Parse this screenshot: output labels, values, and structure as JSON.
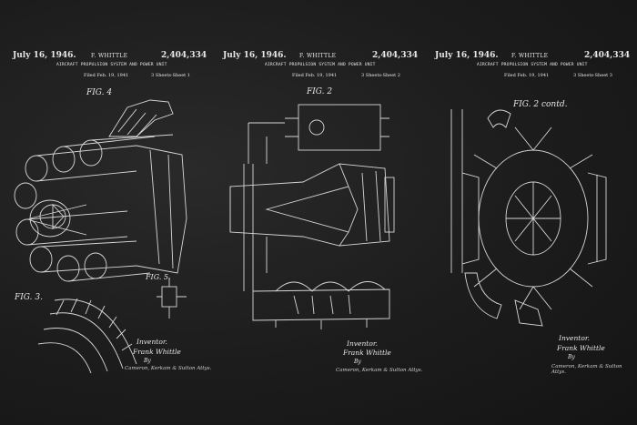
{
  "sheets": [
    {
      "date": "July 16, 1946.",
      "inventor_name": "F. WHITTLE",
      "patent_number": "2,404,334",
      "title": "AIRCRAFT PROPULSION SYSTEM AND POWER UNIT",
      "filed": "Filed Feb. 19, 1941",
      "sheet_info": "3 Sheets-Sheet 1",
      "figures": [
        "FIG. 4",
        "FIG. 5.",
        "FIG. 3."
      ],
      "inventor_label": "Inventor.",
      "inventor_sig": "Frank Whittle",
      "by": "By",
      "attorneys": "Cameron, Kerkam & Sutton Attys."
    },
    {
      "date": "July 16, 1946.",
      "inventor_name": "F. WHITTLE",
      "patent_number": "2,404,334",
      "title": "AIRCRAFT PROPULSION SYSTEM AND POWER UNIT",
      "filed": "Filed Feb. 19, 1941",
      "sheet_info": "3 Sheets-Sheet 2",
      "figures": [
        "FIG. 2"
      ],
      "inventor_label": "Inventor.",
      "inventor_sig": "Frank Whittle",
      "by": "By",
      "attorneys": "Cameron, Kerkam & Sutton Attys."
    },
    {
      "date": "July 16, 1946.",
      "inventor_name": "F. WHITTLE",
      "patent_number": "2,404,334",
      "title": "AIRCRAFT PROPULSION SYSTEM AND POWER UNIT",
      "filed": "Filed Feb. 19, 1941",
      "sheet_info": "3 Sheets-Sheet 3",
      "figures": [
        "FIG. 2 contd."
      ],
      "inventor_label": "Inventor.",
      "inventor_sig": "Frank Whittle",
      "by": "By",
      "attorneys": "Cameron, Kerkam & Sutton Attys."
    }
  ],
  "colors": {
    "board": "#1b1b1b",
    "chalk": "#e8e8e8"
  }
}
